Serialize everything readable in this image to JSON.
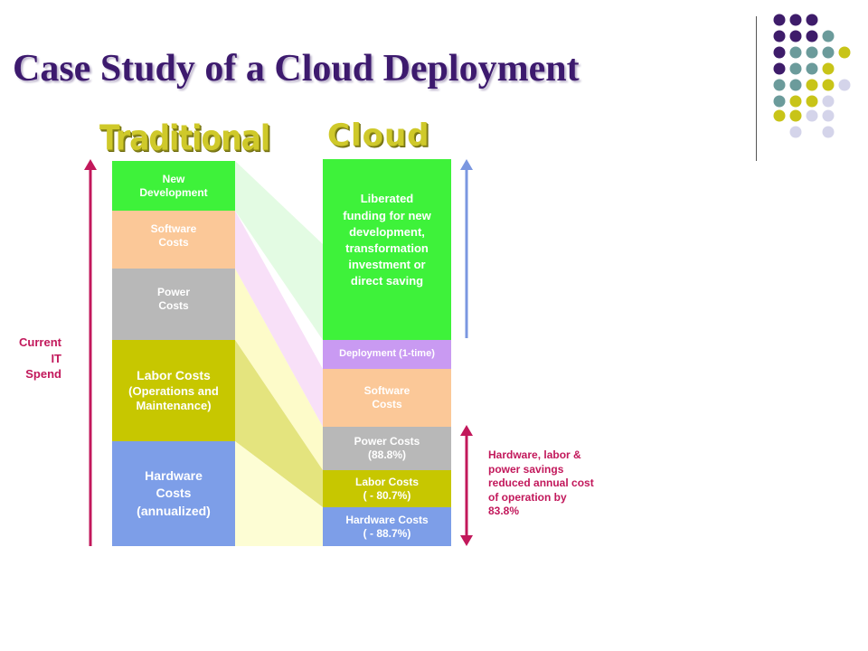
{
  "title": "Case Study of a Cloud Deployment",
  "headings": {
    "traditional": "Traditional",
    "cloud": "Cloud"
  },
  "traditional": {
    "new_dev_l1": "New",
    "new_dev_l2": "Development",
    "software_l1": "Software",
    "software_l2": "Costs",
    "power_l1": "Power",
    "power_l2": "Costs",
    "labor_l1": "Labor Costs",
    "labor_l2": "(Operations and",
    "labor_l3": "Maintenance)",
    "hardware_l1": "Hardware",
    "hardware_l2": "Costs",
    "hardware_l3": "(annualized)"
  },
  "cloud": {
    "liberated_l1": "Liberated",
    "liberated_l2": "funding for new",
    "liberated_l3": "development,",
    "liberated_l4": "transformation",
    "liberated_l5": "investment or",
    "liberated_l6": "direct saving",
    "deployment": "Deployment (1-time)",
    "software_l1": "Software",
    "software_l2": "Costs",
    "power_l1": "Power Costs",
    "power_l2": "(88.8%)",
    "labor_l1": "Labor Costs",
    "labor_l2": "( - 80.7%)",
    "hardware_l1": "Hardware Costs",
    "hardware_l2": "( - 88.7%)"
  },
  "side_labels": {
    "current_l1": "Current",
    "current_l2": "IT",
    "current_l3": "Spend",
    "savings_l1": "Hardware, labor  &",
    "savings_l2": "power savings",
    "savings_l3": "reduced annual cost",
    "savings_l4": "of operation by",
    "savings_l5": "83.8%"
  },
  "colors": {
    "title": "#3d1a6e",
    "heading": "#cfc92a",
    "green": "#3ef23a",
    "peach": "#fbc898",
    "gray": "#b8b8b8",
    "olive": "#c7c700",
    "blue": "#7d9ee8",
    "lavender": "#c99af2",
    "arrow_magenta": "#c2185b",
    "arrow_blue": "#7b97e0",
    "dot_purple": "#3e1c6a",
    "dot_teal": "#6b9b9b",
    "dot_olive": "#c8c418",
    "dot_lavender": "#d4d4ea"
  }
}
